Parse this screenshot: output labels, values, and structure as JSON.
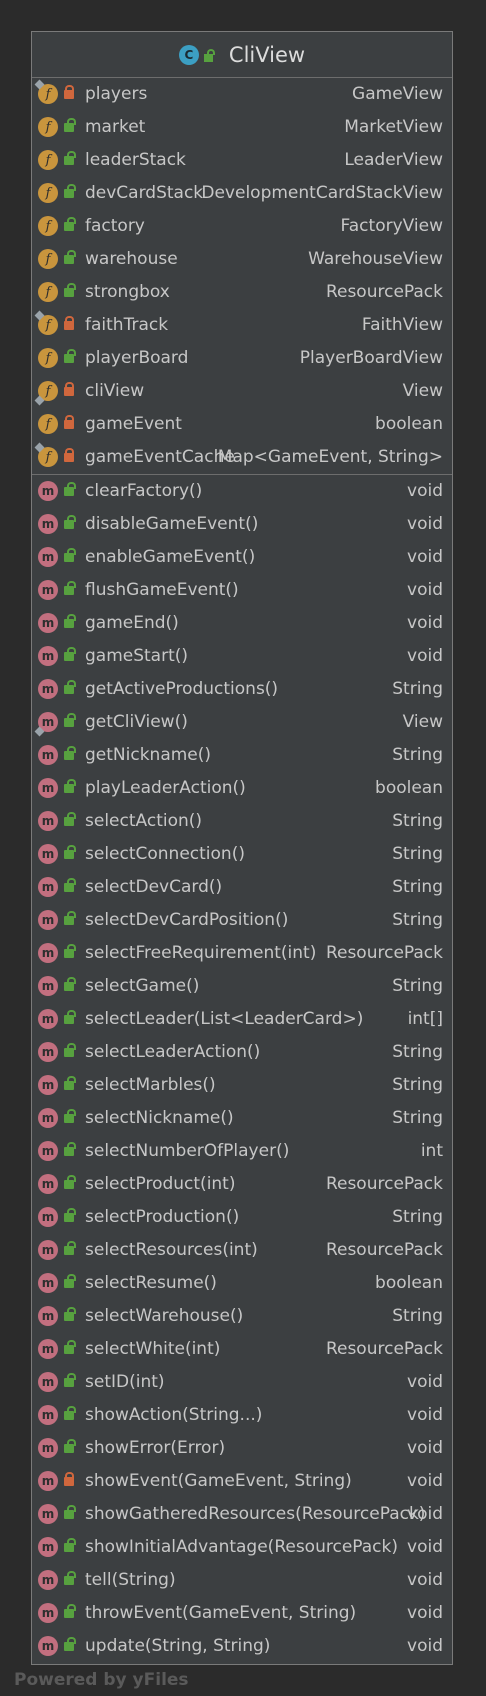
{
  "class_name": "CliView",
  "class_icon": "C",
  "footer": "Powered by yFiles",
  "fields": [
    {
      "name": "players",
      "type": "GameView",
      "visibility": "private",
      "pin": "top"
    },
    {
      "name": "market",
      "type": "MarketView",
      "visibility": "public",
      "pin": ""
    },
    {
      "name": "leaderStack",
      "type": "LeaderView",
      "visibility": "public",
      "pin": ""
    },
    {
      "name": "devCardStack",
      "type": "DevelopmentCardStackView",
      "visibility": "public",
      "pin": ""
    },
    {
      "name": "factory",
      "type": "FactoryView",
      "visibility": "public",
      "pin": ""
    },
    {
      "name": "warehouse",
      "type": "WarehouseView",
      "visibility": "public",
      "pin": ""
    },
    {
      "name": "strongbox",
      "type": "ResourcePack",
      "visibility": "public",
      "pin": ""
    },
    {
      "name": "faithTrack",
      "type": "FaithView",
      "visibility": "private",
      "pin": "top"
    },
    {
      "name": "playerBoard",
      "type": "PlayerBoardView",
      "visibility": "public",
      "pin": ""
    },
    {
      "name": "cliView",
      "type": "View",
      "visibility": "private",
      "pin": "bottom"
    },
    {
      "name": "gameEvent",
      "type": "boolean",
      "visibility": "private",
      "pin": ""
    },
    {
      "name": "gameEventCache",
      "type": "Map<GameEvent, String>",
      "visibility": "private",
      "pin": "top"
    }
  ],
  "methods": [
    {
      "name": "clearFactory()",
      "type": "void",
      "visibility": "public",
      "pin": ""
    },
    {
      "name": "disableGameEvent()",
      "type": "void",
      "visibility": "public",
      "pin": ""
    },
    {
      "name": "enableGameEvent()",
      "type": "void",
      "visibility": "public",
      "pin": ""
    },
    {
      "name": "flushGameEvent()",
      "type": "void",
      "visibility": "public",
      "pin": ""
    },
    {
      "name": "gameEnd()",
      "type": "void",
      "visibility": "public",
      "pin": ""
    },
    {
      "name": "gameStart()",
      "type": "void",
      "visibility": "public",
      "pin": ""
    },
    {
      "name": "getActiveProductions()",
      "type": "String",
      "visibility": "public",
      "pin": ""
    },
    {
      "name": "getCliView()",
      "type": "View",
      "visibility": "public",
      "pin": "bottom"
    },
    {
      "name": "getNickname()",
      "type": "String",
      "visibility": "public",
      "pin": ""
    },
    {
      "name": "playLeaderAction()",
      "type": "boolean",
      "visibility": "public",
      "pin": ""
    },
    {
      "name": "selectAction()",
      "type": "String",
      "visibility": "public",
      "pin": ""
    },
    {
      "name": "selectConnection()",
      "type": "String",
      "visibility": "public",
      "pin": ""
    },
    {
      "name": "selectDevCard()",
      "type": "String",
      "visibility": "public",
      "pin": ""
    },
    {
      "name": "selectDevCardPosition()",
      "type": "String",
      "visibility": "public",
      "pin": ""
    },
    {
      "name": "selectFreeRequirement(int)",
      "type": "ResourcePack",
      "visibility": "public",
      "pin": ""
    },
    {
      "name": "selectGame()",
      "type": "String",
      "visibility": "public",
      "pin": ""
    },
    {
      "name": "selectLeader(List<LeaderCard>)",
      "type": "int[]",
      "visibility": "public",
      "pin": ""
    },
    {
      "name": "selectLeaderAction()",
      "type": "String",
      "visibility": "public",
      "pin": ""
    },
    {
      "name": "selectMarbles()",
      "type": "String",
      "visibility": "public",
      "pin": ""
    },
    {
      "name": "selectNickname()",
      "type": "String",
      "visibility": "public",
      "pin": ""
    },
    {
      "name": "selectNumberOfPlayer()",
      "type": "int",
      "visibility": "public",
      "pin": ""
    },
    {
      "name": "selectProduct(int)",
      "type": "ResourcePack",
      "visibility": "public",
      "pin": ""
    },
    {
      "name": "selectProduction()",
      "type": "String",
      "visibility": "public",
      "pin": ""
    },
    {
      "name": "selectResources(int)",
      "type": "ResourcePack",
      "visibility": "public",
      "pin": ""
    },
    {
      "name": "selectResume()",
      "type": "boolean",
      "visibility": "public",
      "pin": ""
    },
    {
      "name": "selectWarehouse()",
      "type": "String",
      "visibility": "public",
      "pin": ""
    },
    {
      "name": "selectWhite(int)",
      "type": "ResourcePack",
      "visibility": "public",
      "pin": ""
    },
    {
      "name": "setID(int)",
      "type": "void",
      "visibility": "public",
      "pin": ""
    },
    {
      "name": "showAction(String...)",
      "type": "void",
      "visibility": "public",
      "pin": ""
    },
    {
      "name": "showError(Error)",
      "type": "void",
      "visibility": "public",
      "pin": ""
    },
    {
      "name": "showEvent(GameEvent, String)",
      "type": "void",
      "visibility": "private",
      "pin": ""
    },
    {
      "name": "showGatheredResources(ResourcePack)",
      "type": "void",
      "visibility": "public",
      "pin": ""
    },
    {
      "name": "showInitialAdvantage(ResourcePack)",
      "type": "void",
      "visibility": "public",
      "pin": ""
    },
    {
      "name": "tell(String)",
      "type": "void",
      "visibility": "public",
      "pin": ""
    },
    {
      "name": "throwEvent(GameEvent, String)",
      "type": "void",
      "visibility": "public",
      "pin": ""
    },
    {
      "name": "update(String, String)",
      "type": "void",
      "visibility": "public",
      "pin": ""
    }
  ]
}
